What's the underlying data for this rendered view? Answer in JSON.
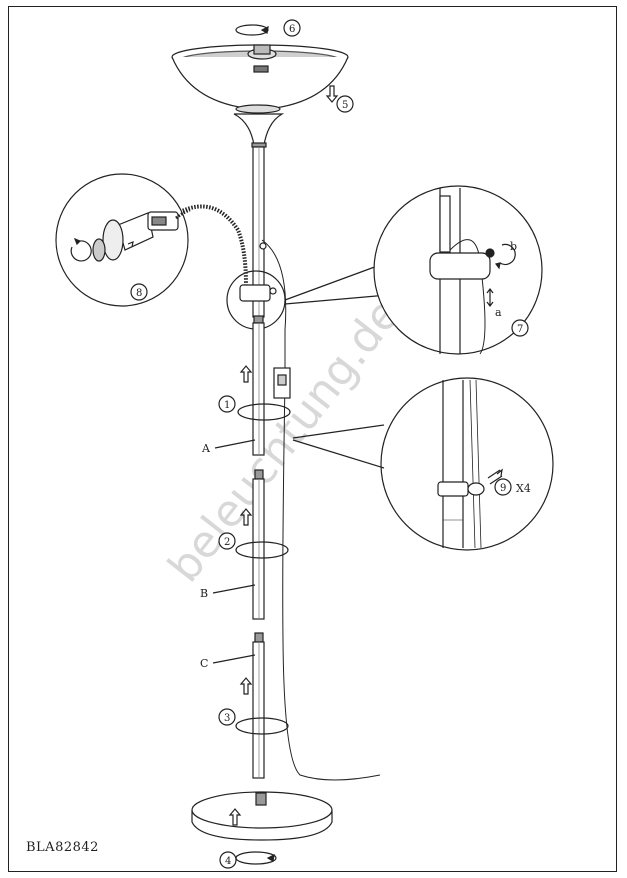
{
  "document_code": "BLA82842",
  "watermark": "beleuchtung.de",
  "steps": {
    "s1": "1",
    "s2": "2",
    "s3": "3",
    "s4": "4",
    "s5": "5",
    "s6": "6",
    "s7": "7",
    "s8": "8",
    "s9": "9"
  },
  "parts": {
    "a_label": "A",
    "b_label": "B",
    "c_label": "C"
  },
  "detail_labels": {
    "a": "a",
    "b": "b",
    "quantity": "X4"
  },
  "colors": {
    "line": "#222222",
    "shade": "#cfcfcf",
    "watermark": "#d8d8d8"
  }
}
